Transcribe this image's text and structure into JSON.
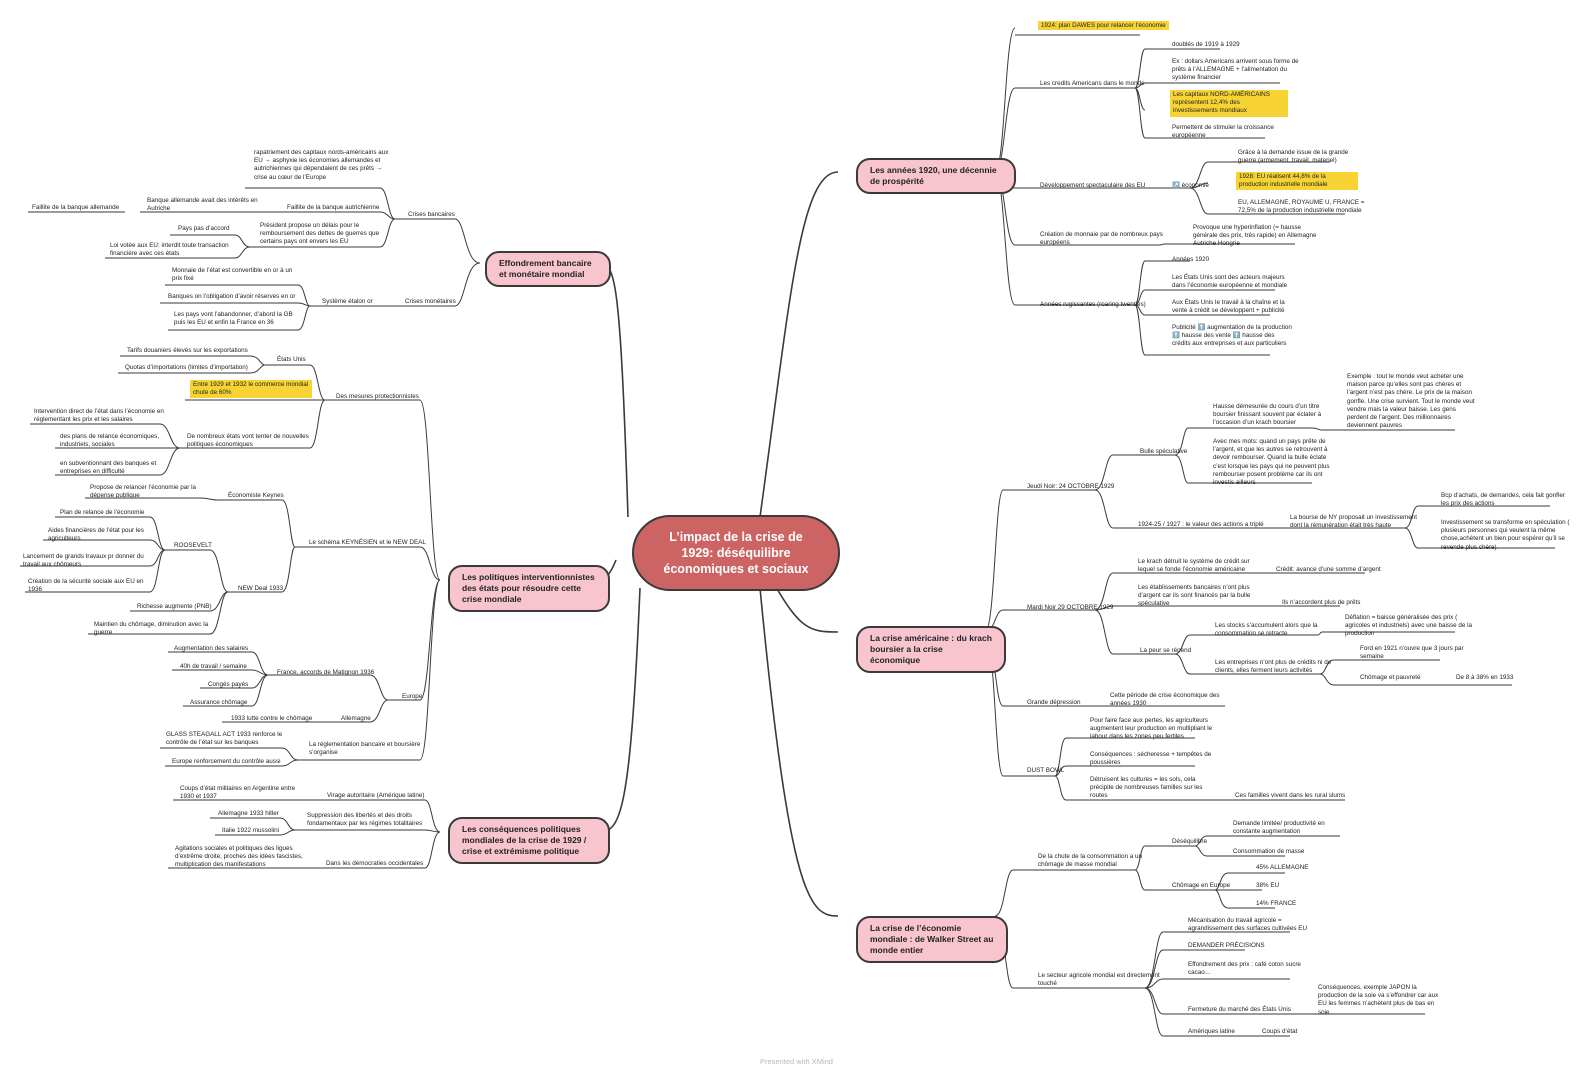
{
  "center": "L’impact de la crise de 1929: déséquilibre économiques et sociaux",
  "footer": "Presented with XMind",
  "branches": {
    "b1": "Les années 1920, une décennie de prospérité",
    "b2": "La crise américaine : du krach boursier a la crise économique",
    "b3": "La crise de l’économie mondiale : de Walker Street au monde entier",
    "b4": "Effondrement bancaire et monétaire mondial",
    "b5": "Les politiques interventionnistes des états pour résoudre cette crise mondiale",
    "b6": "Les conséquences politiques mondiales de la crise de 1929 / crise et extrémisme politique"
  },
  "b1": {
    "dawes": "1924: plan DAWES pour relancer l’économie",
    "credits": "Les credits Americans dans le monde",
    "doubles": "doublés de 1919 à 1929",
    "ex_dollars": "Ex : dollars Americans arrivent sous forme de prêts à l’ALLEMAGNE + l’alimentation du système financier",
    "capitaux": "Les capitaux NORD-AMÉRICAINS représentent 12,4% des investissements mondiaux",
    "stimuler": "Permettent de stimuler la croissance européenne",
    "developpement": "Développement spectaculaire des EU",
    "economie": "↗️ économie",
    "grace": "Grâce à la demande issue de la grande guerre (armement, travail, materiel)",
    "prod1928": "1928: EU réalisent 44,8% de la production industrielle mondiale",
    "allemagne": "EU, ALLEMAGNE, ROYAUME U, FRANCE = 72,5% de la production industrielle mondiale",
    "creation": "Création de monnaie par de nombreux pays européens",
    "hyper": "Provoque une hyperinflation (= hausse générale des prix, très rapide) en Allemagne Autriche Hongrie",
    "rugissantes": "Années rugissantes (roaring twenties)",
    "annees1920": "Années 1920",
    "acteurs": "Les États Unis sont des acteurs majeurs dans l’économie européenne et mondiale",
    "travail": "Aux États Unis le travail à la chaîne et la vente à crédit se développent + publicité",
    "publicite": "Publicité ⬆️ augmentation de la production ⬆️ hausse des vente ⬆️ hausse des crédits aux entreprises et aux particuliers"
  },
  "b2": {
    "jeudi": "Jeudi Noir: 24 OCTOBRE 1929",
    "bulle": "Bulle spéculative",
    "hausse": "Hausse démesurée du cours d’un titre boursier finissant souvent par éclater à l’occasion d’un krach boursier",
    "exemple": "Exemple : tout le monde veut acheter une maison parce qu’elles sont pas chères et l’argent n’est pas chère. Le prix de la maison gonfle. Une crise survient. Tout le monde veut vendre mais la valeur baisse. Les gens perdent de l’argent. Des millionnaires deviennent pauvres",
    "autres_mots": "Avec mes mots: quand un pays prête de l’argent, et que les autres se retrouvent à devoir rembourser. Quand la bulle éclate c’est lorsque les pays qui ne peuvent plus rembourser posent problème car ils ont investis ailleurs",
    "valeur": "1924-25 / 1927 : le valeur des actions a triplé",
    "bourse": "La bourse de NY proposait un investissement dont la rémunération était très haute",
    "achats": "Bcp d’achats, de demandes, cela fait gonfler les prix des actions",
    "investissement": "Investissement se transforme en spéculation ( plusieurs personnes qui veulent la même chose,achètent un bien pour espérer qu’il se revende plus chère)",
    "mardi": "Mardi Noir 29 OCTOBRE 1929",
    "krach": "Le krach détruit le système de crédit sur lequel se fonde l’économie américaine",
    "credit": "Crédit: avance d’une somme d’argent",
    "etablissements": "Les établissements bancaires n’ont plus d’argent car ils sont financés par la bulle spéculative",
    "prets": "Ils n’accordent plus de prêts",
    "peur": "La peur se répend",
    "stocks": "Les stocks s’accumulent alors que la consommation se retracte",
    "deflation": "Déflation = baisse généralisée des prix ( agricoles et industriels) avec une baisse de la production",
    "entreprises": "Les entreprises n’ont plus de crédits ni de clients, elles ferment leurs activités",
    "ford": "Ford en 1921 n’ouvre que 3 jours par semaine",
    "chomage": "Chômage et pauvreté",
    "de8": "De 8 à 38% en 1933",
    "grande": "Grande dépression",
    "periode": "Cette période de crise économique des années 1930",
    "dust": "DUST BOWL",
    "pertes": "Pour faire face aux pertes, les agriculteurs augmentent leur production en multipliant le labour dans les zones peu fertiles",
    "consequences": "Conséquences : sécheresse + tempêtes de poussières",
    "detruisent": "Détruisent les cultures = les sols, cela précipite de nombreuses familles sur les routes",
    "familles": "Ces familles vivent dans les rural slums"
  },
  "b3": {
    "chute": "De la chute de la consommation a un chômage de masse mondial",
    "desequilibre": "Déséquilibre",
    "demande": "Demande limitée/ productivité en constante augmentation",
    "consommation": "Consommation de masse",
    "chomage_europe": "Chômage en Europe",
    "p45": "45% ALLEMAGNE",
    "p38": "38% EU",
    "p14": "14% FRANCE",
    "agricole": "Le secteur agricole mondial est directement touché",
    "mecanisation": "Mécanisation du travail agricole = agrandissement des surfaces cultivées EU",
    "demander": "DEMANDER PRÉCISIONS",
    "effondrement": "Effondrement des prix : café coton sucre cacao…",
    "fermeture": "Fermeture du marché des États Unis",
    "japon": "Conséquences, exemple JAPON la production de la soie va s’effondrer car aux EU les femmes n’achètent plus de bas en soie",
    "ameriques": "Amériques latine",
    "coups": "Coups d’état"
  },
  "b4": {
    "crises_bancaires": "Crises bancaires",
    "rapatriement": "rapatriement des capitaux nords-américains aux EU → asphyxie les économies allemandes et autrichiennes qui dépendaient de ces prêts → crise au cœur de l’Europe",
    "faillite_autr": "Faillite de la banque autrichienne",
    "banque_all": "Banque allemande avait des intérêts en Autriche",
    "faillite_all": "Faillite de la banque allemande",
    "president": "Président propose un délais pour le remboursement des dettes de guerres que certains pays ont envers les EU",
    "pays_pas": "Pays pas d’accord",
    "loi": "Loi votée aux EU: interdit toute transaction financière avec ces états",
    "crises_monetaires": "Crises monétaires",
    "etalon": "Système étalon or",
    "monnaie": "Monnaie de l’état est convertible en or à un prix fixé",
    "banques_or": "Banques on l’obligation d’avoir réserves en or",
    "pays_abandon": "Les pays vont l’abandonner, d’abord la GB puis les EU et enfin la France en 36"
  },
  "b5": {
    "mesures": "Des mesures protectionnistes",
    "etats_unis": "États Unis",
    "tarifs": "Tarifs douaniers élevés sur les exportations",
    "quotas": "Quotas d’importations (limites d’importation)",
    "commerce": "Entre 1929 et 1932 le commerce mondial chute de 60%",
    "nombreux": "De nombreux états vont tenter de nouvelles politiques économiques",
    "intervention": "Intervention direct de l’état dans l’économie en réglementant les prix et les salaires",
    "plans": "des plans de relance économiques, industriels, sociales",
    "subventionnant": "en subventionnant des banques et entreprises en difficulté",
    "keynesien": "Le schéma KEYNÉSIEN et le NEW DEAL",
    "keynes": "Économiste Keynes",
    "propose": "Propose de relancer l’économie par la dépense publique",
    "newdeal": "NEW Deal 1933",
    "roosevelt": "ROOSEVELT",
    "plan_relance": "Plan de relance de l’économie",
    "aides": "Aides financières de l’état pour les agriculteurs",
    "lancement": "Lancement de grands travaux pr donner du travail aux chômeurs",
    "securite": "Création de la sécurité sociale aux EU en 1936",
    "richesse": "Richesse augmente (PNB)",
    "maintien": "Maintien du chômage, diminution avec la guerre",
    "europe": "Europe",
    "france": "France, accords de Matignon 1936",
    "salaires": "Augmentation des salaires",
    "h40": "40h de travail / semaine",
    "conges": "Congés payés",
    "assurance": "Assurance chômage",
    "allemagne": "Allemagne",
    "lutte": "1933 lutte contre le chômage",
    "reglementation": "La réglementation bancaire et boursière s’organise",
    "glass": "GLASS STEAGALL ACT 1933 renforce le contrôle de l’état sur les banques",
    "europe_controle": "Europe renforcement du contrôle aussi"
  },
  "b6": {
    "virage": "Virage autoritaire (Amérique latine)",
    "coups": "Coups d’état militaires en Argentine entre 1930 et 1937",
    "suppression": "Suppression des libertés et des droits fondamentaux par les régimes totalitaires",
    "hitler": "Allemagne 1933 hitler",
    "italie": "Italie 1922 mussolini",
    "democraties": "Dans les démocraties occidentales",
    "agitations": "Agitations sociales et politiques des ligues d’extrême droite, proches des idées fascistes, multiplication des manifestations"
  }
}
